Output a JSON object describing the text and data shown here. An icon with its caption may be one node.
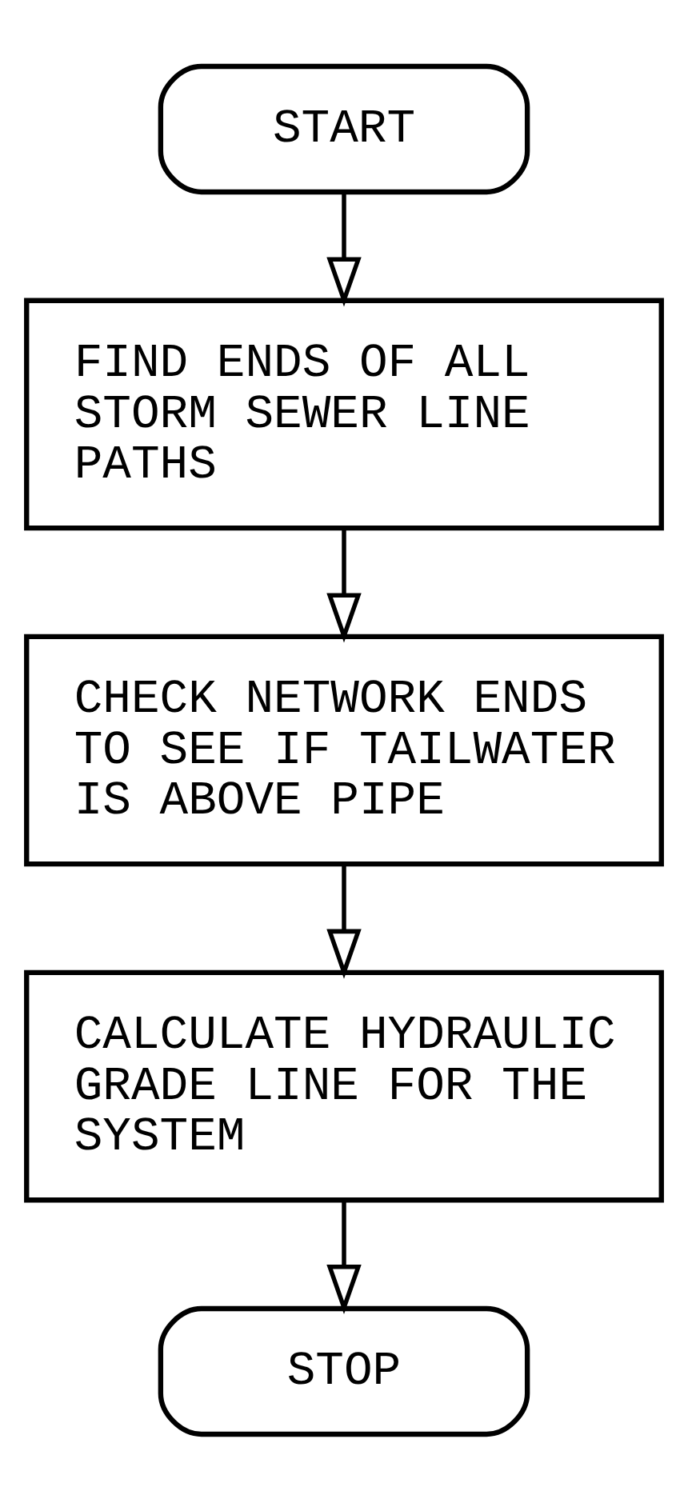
{
  "diagram": {
    "nodes": [
      {
        "text": [
          "START"
        ]
      },
      {
        "text": [
          "FIND ENDS OF ALL STORM SEWER LINE PATHS"
        ]
      },
      {
        "text": [
          "CHECK NETWORK ENDS TO SEE IF TAILWATER IS ABOVE PIPE"
        ]
      },
      {
        "text": [
          "CALCULATE HYDRAULIC GRADE LINE FOR THE SYSTEM"
        ]
      },
      {
        "text": [
          "STOP"
        ]
      }
    ],
    "edges": [
      {
        "from": 0,
        "to": 1,
        "arrow": "to"
      },
      {
        "from": 1,
        "to": 2,
        "arrow": "to"
      },
      {
        "from": 2,
        "to": 3,
        "arrow": "to"
      },
      {
        "from": 3,
        "to": 4,
        "arrow": "to"
      }
    ]
  }
}
